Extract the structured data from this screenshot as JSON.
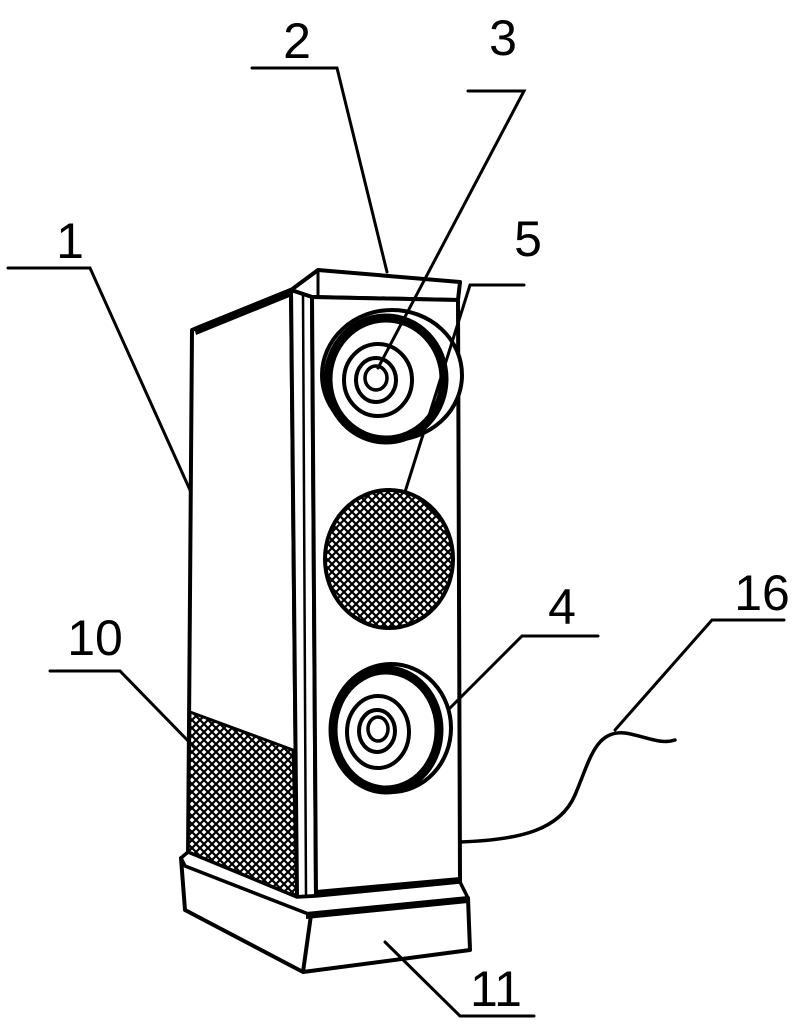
{
  "diagram": {
    "colors": {
      "ink": "#000000",
      "paper": "#ffffff"
    },
    "labels": {
      "l1": "1",
      "l2": "2",
      "l3": "3",
      "l4": "4",
      "l5": "5",
      "l10": "10",
      "l11": "11",
      "l16": "16"
    }
  }
}
